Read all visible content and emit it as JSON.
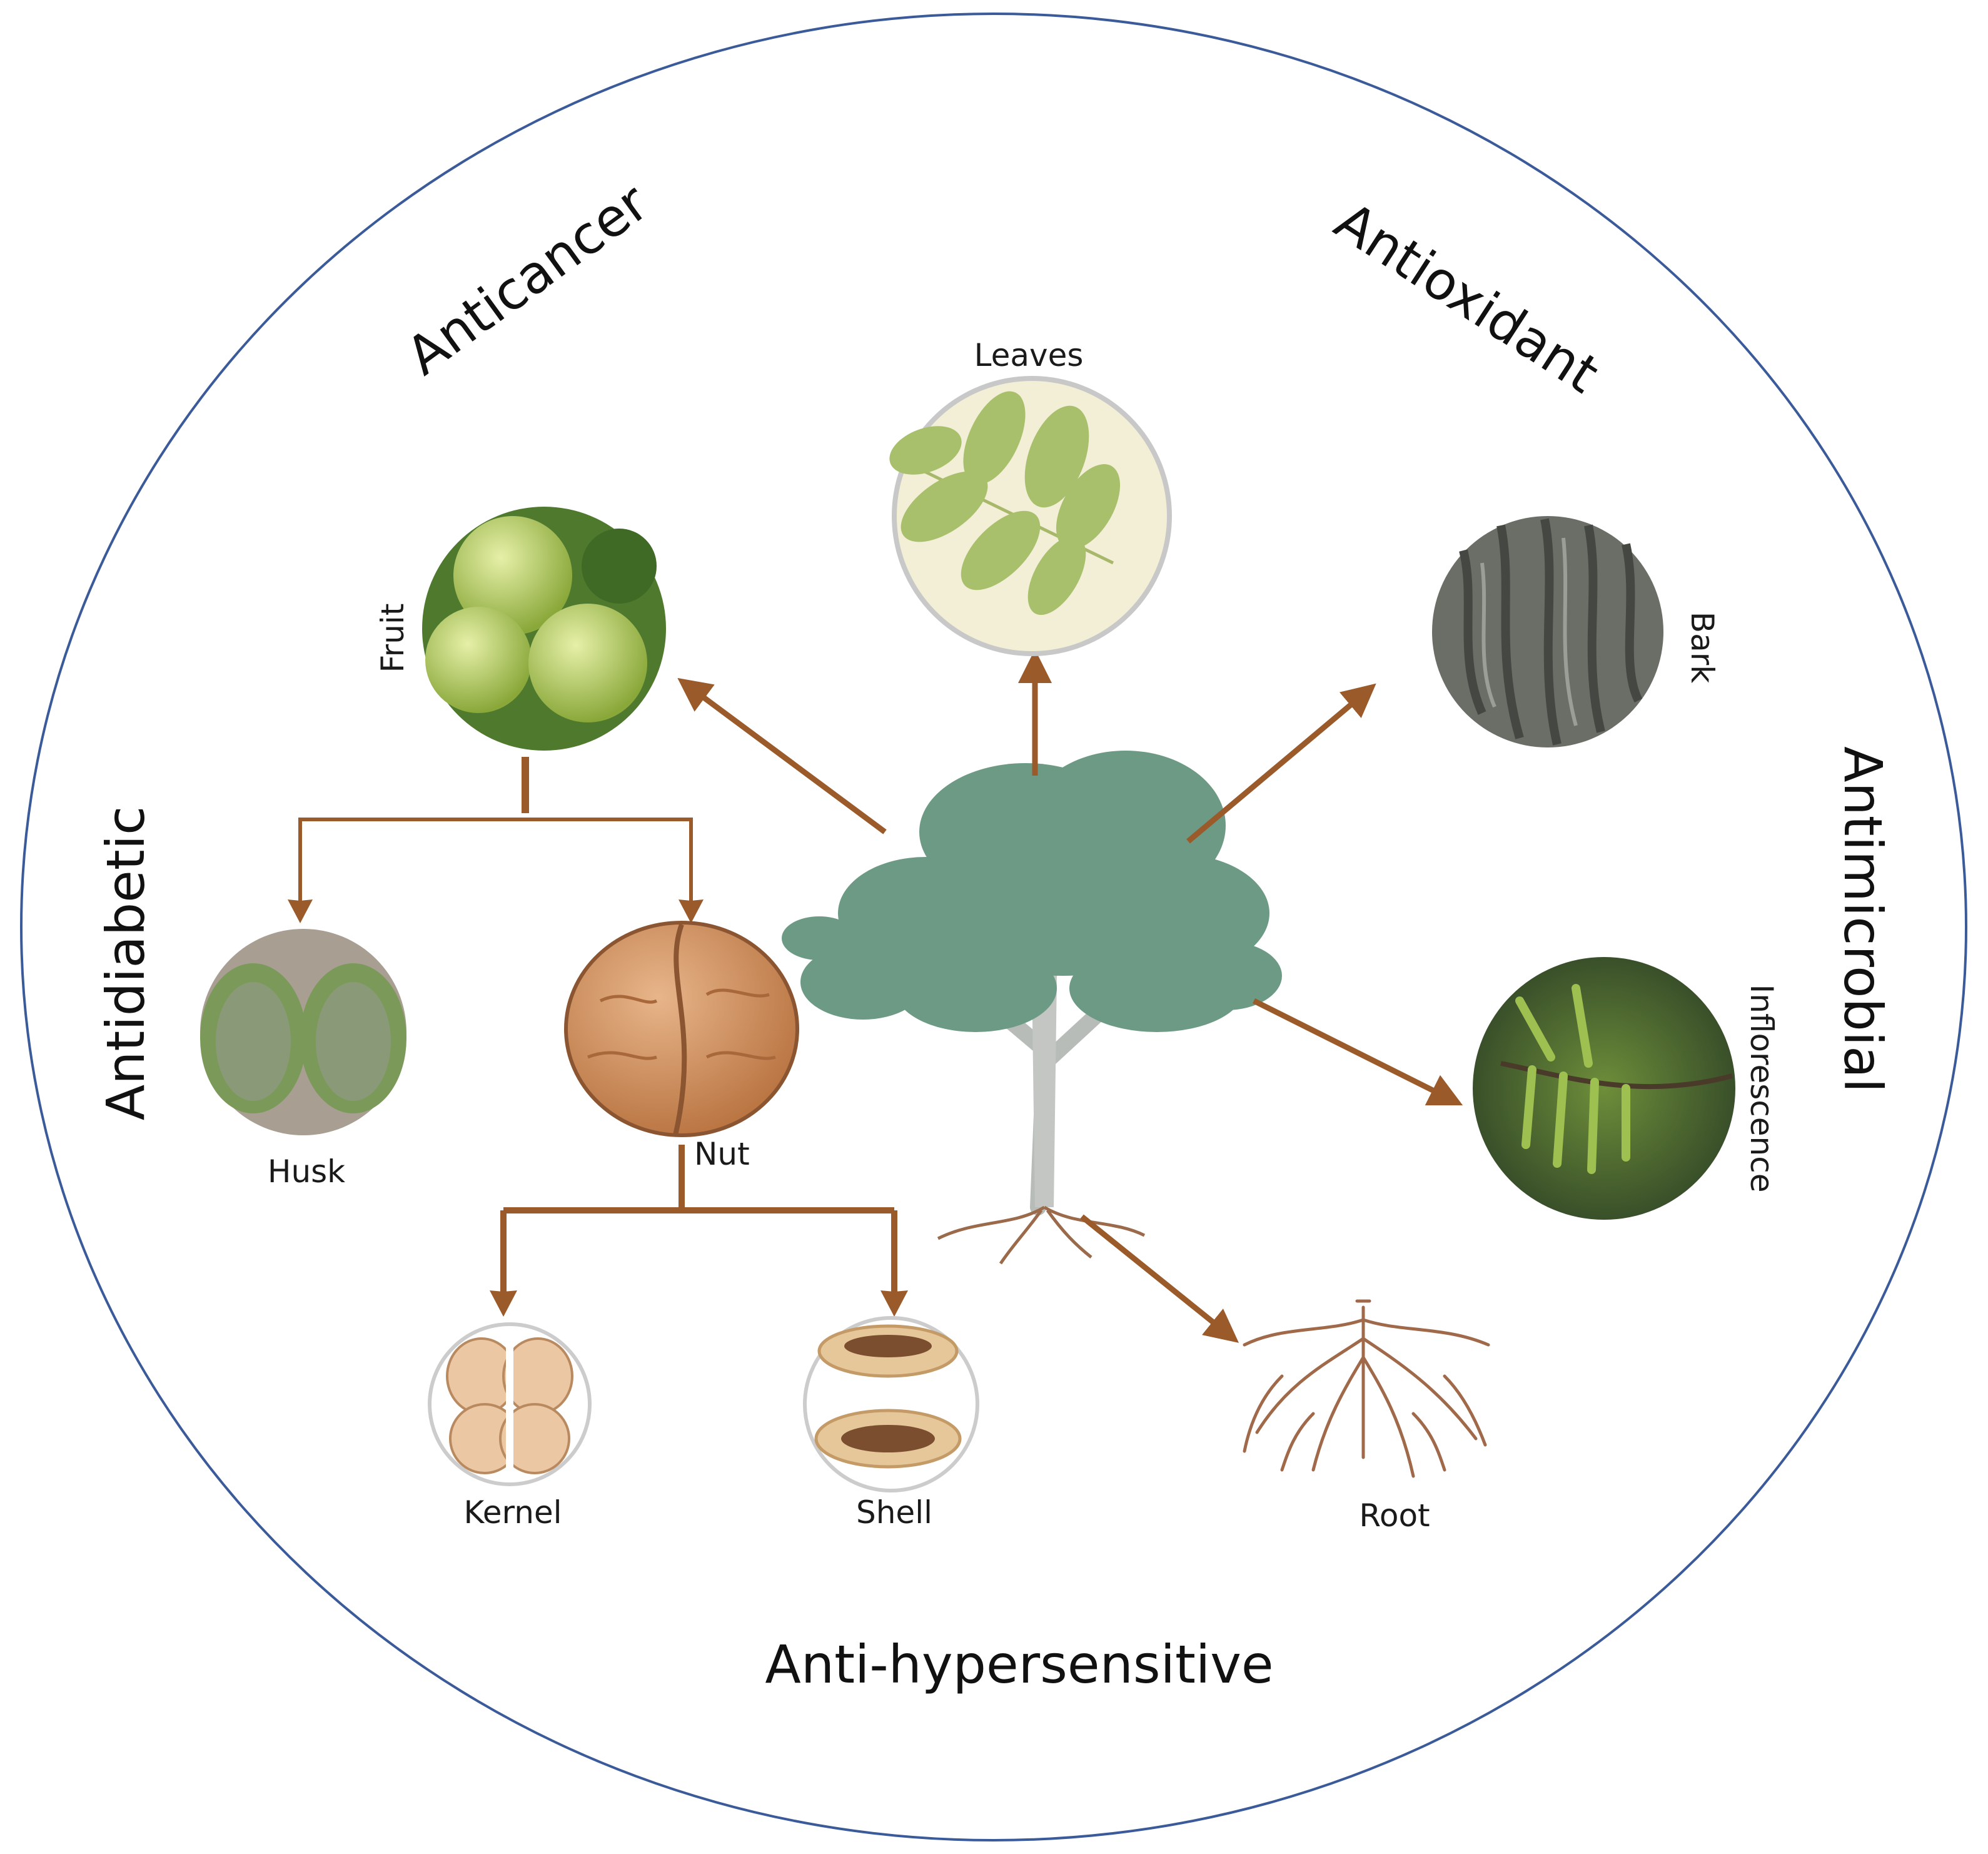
{
  "activities": {
    "anticancer": "Anticancer",
    "antioxidant": "Antioxidant",
    "antidiabetic": "Antidiabetic",
    "antimicrobial": "Antimicrobial",
    "anti_hypersensitive": "Anti-hypersensitive"
  },
  "parts": {
    "leaves": "Leaves",
    "fruit": "Fruit",
    "bark": "Bark",
    "husk": "Husk",
    "nut": "Nut",
    "inflorescence": "Inflorescence",
    "kernel": "Kernel",
    "shell": "Shell",
    "root": "Root"
  },
  "colors": {
    "outer_circle": "#3a5a9a",
    "arrow": "#9a5a2a",
    "canopy": "#6d9a85",
    "trunk": "#b8bcb8"
  },
  "icons": [
    "tree-icon",
    "leaves-icon",
    "fruit-icon",
    "bark-icon",
    "husk-icon",
    "walnut-icon",
    "inflorescence-icon",
    "kernel-icon",
    "shell-icon",
    "root-icon"
  ]
}
